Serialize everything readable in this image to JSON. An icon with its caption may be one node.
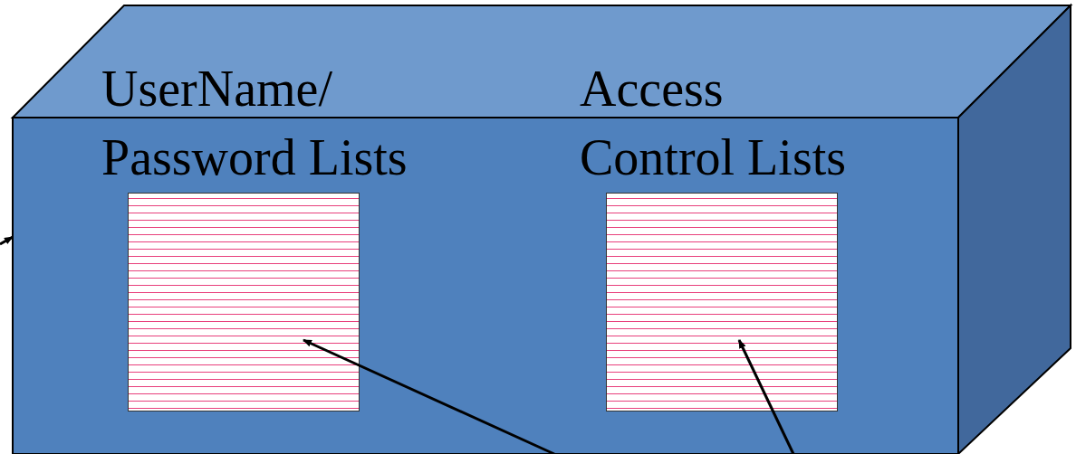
{
  "diagram": {
    "nodes": [
      {
        "text": [],
        "shape": "box"
      },
      {
        "text": [
          "UserName/ Password Lists"
        ],
        "in": 0
      },
      {
        "text": [
          "Access Control Lists"
        ],
        "in": 0
      }
    ],
    "edges": [
      {
        "from": null,
        "to": 0,
        "arrow": "to"
      },
      {
        "from": null,
        "to": 1,
        "arrow": "to"
      },
      {
        "from": null,
        "to": 2,
        "arrow": "to"
      }
    ]
  }
}
